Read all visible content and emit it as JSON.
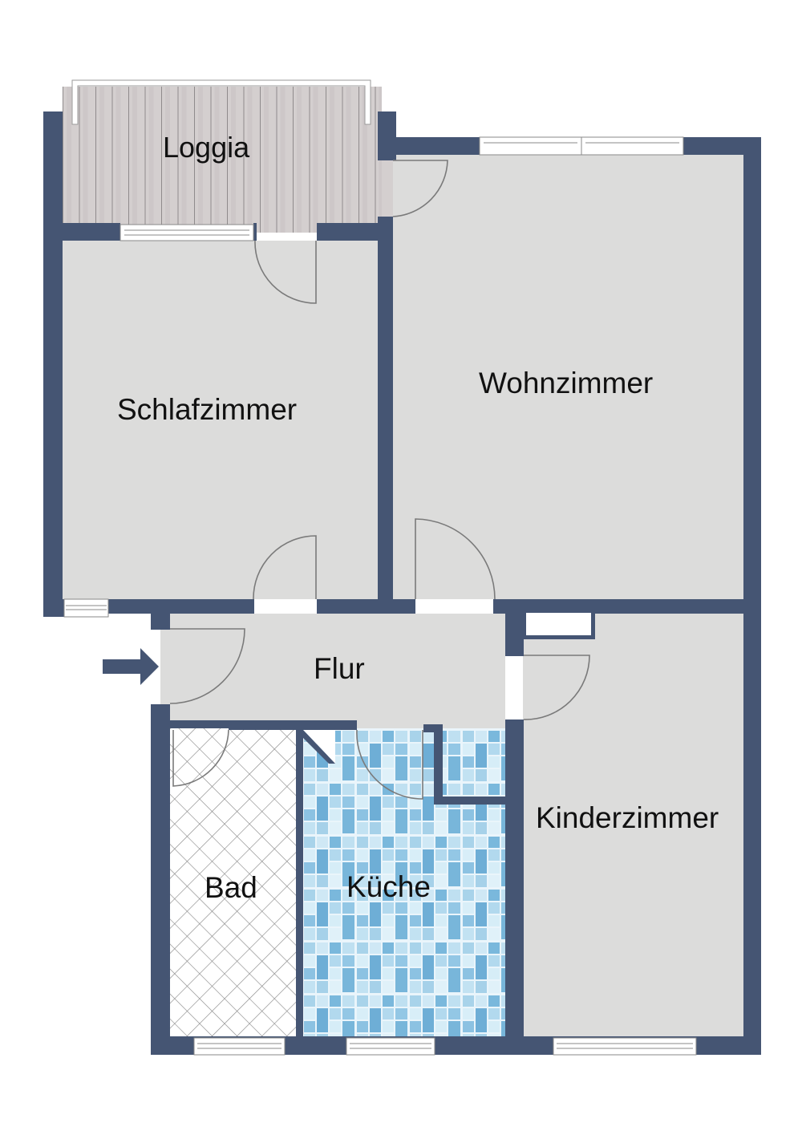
{
  "plan": {
    "colors": {
      "wall": "#455573",
      "floor": "#dcdcdb",
      "window_frame": "#ffffff",
      "loggia_wood": "#d2cdcd",
      "bath_tile_bg": "#ffffff",
      "kitchen_tile_light": "#c8e4f2",
      "kitchen_tile_mid": "#92c6e4",
      "kitchen_tile_dark": "#6aaed6",
      "door_line": "#7a7a7a",
      "text": "#111111"
    },
    "rooms": [
      {
        "id": "loggia",
        "label": "Loggia"
      },
      {
        "id": "wohnzimmer",
        "label": "Wohnzimmer"
      },
      {
        "id": "schlafzimmer",
        "label": "Schlafzimmer"
      },
      {
        "id": "flur",
        "label": "Flur"
      },
      {
        "id": "kinderzimmer",
        "label": "Kinderzimmer"
      },
      {
        "id": "bad",
        "label": "Bad"
      },
      {
        "id": "kueche",
        "label": "Küche"
      }
    ],
    "entrance_icon": "arrow-right-icon"
  }
}
